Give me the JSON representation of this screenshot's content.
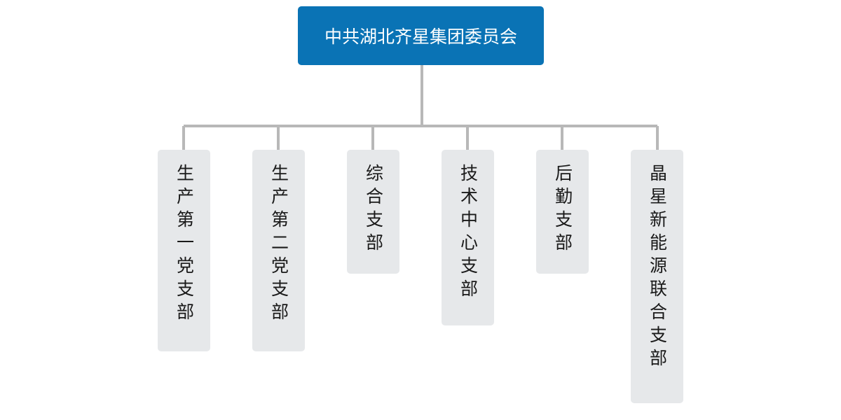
{
  "colors": {
    "root_fill": "#0a73b5",
    "branch_fill": "#e6e8ea",
    "connector": "#b8b8b8"
  },
  "root": {
    "label": "中共湖北齐星集团委员会"
  },
  "branches": [
    {
      "label": "生产第一党支部"
    },
    {
      "label": "生产第二党支部"
    },
    {
      "label": "综合支部"
    },
    {
      "label": "技术中心支部"
    },
    {
      "label": "后勤支部"
    },
    {
      "label": "晶星新能源联合支部"
    }
  ]
}
